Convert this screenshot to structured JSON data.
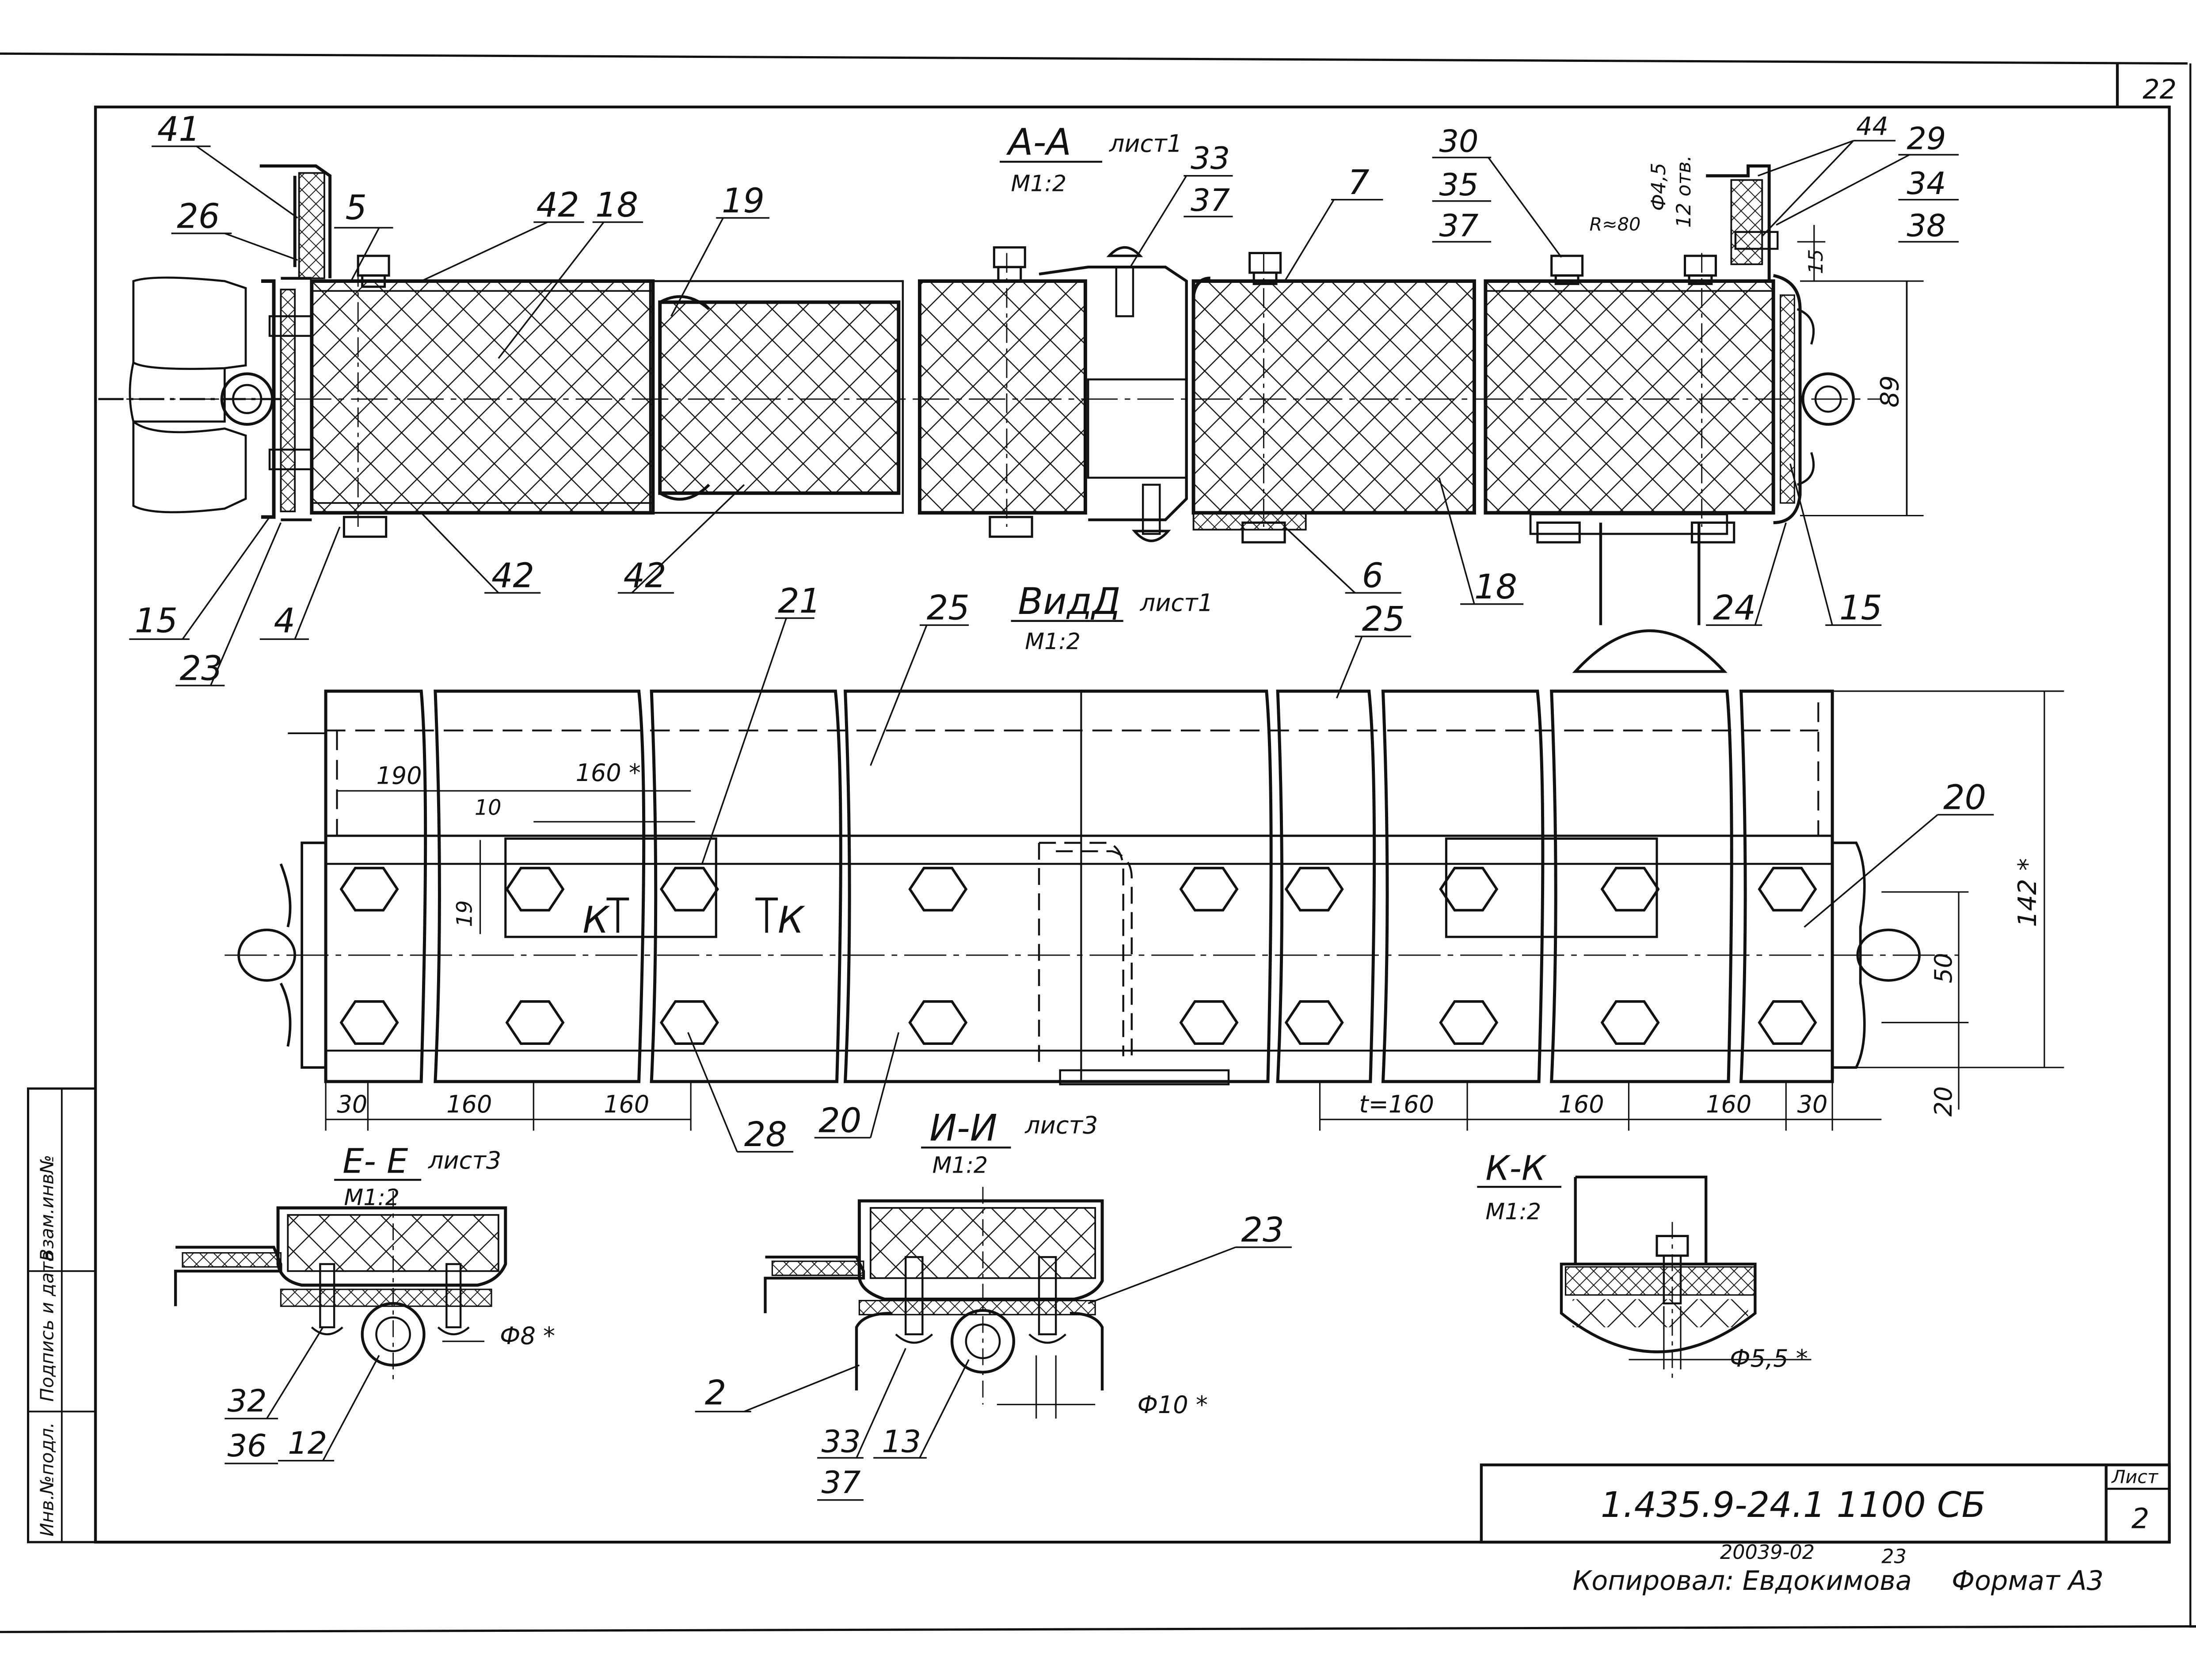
{
  "sheet_top_number": "22",
  "sections": {
    "aa": {
      "title": "A-A",
      "sheet": "лист1",
      "scale": "М1:2"
    },
    "vid_d": {
      "title": "ВидД",
      "sheet": "лист1",
      "scale": "М1:2"
    },
    "ee": {
      "title": "Е- Е",
      "sheet": "лист3",
      "scale": "М1:2"
    },
    "ii": {
      "title": "И-И",
      "sheet": "лист3",
      "scale": "М1:2"
    },
    "kk": {
      "title": "К-К",
      "scale": "М1:2"
    }
  },
  "leaders_aa": {
    "p41": "41",
    "p26": "26",
    "p5": "5",
    "p42a": "42",
    "p18a": "18",
    "p19": "19",
    "p33": "33",
    "p37": "37",
    "p7": "7",
    "p30": "30",
    "p35": "35",
    "p37b": "37",
    "p44": "44",
    "p29": "29",
    "p34": "34",
    "p38": "38",
    "p15a": "15",
    "p23": "23",
    "p4": "4",
    "p42b": "42",
    "p42c": "42",
    "p6": "6",
    "p18b": "18",
    "p24": "24",
    "p15b": "15"
  },
  "aa_dims": {
    "d45": "Ф4,5",
    "holes": "12 отв.",
    "r": "R≈80",
    "h89": "89",
    "h15": "15"
  },
  "leaders_vid": {
    "p21": "21",
    "p25a": "25",
    "p25b": "25",
    "p20a": "20",
    "p20b": "20",
    "p28": "28"
  },
  "vid_dims": {
    "d190": "190",
    "d160s": "160 *",
    "d10": "10",
    "d19": "19",
    "k1": "К",
    "k2": "К",
    "b30": "30",
    "b160a": "160",
    "b160b": "160",
    "t160": "t=160",
    "b160c": "160",
    "b160d": "160",
    "b30b": "30",
    "h142": "142 *",
    "h50": "50",
    "h20": "20"
  },
  "ee_parts": {
    "p32": "32",
    "p36": "36",
    "p12": "12",
    "d8": "Ф8 *"
  },
  "ii_parts": {
    "p2": "2",
    "p33": "33",
    "p37": "37",
    "p13": "13",
    "p23": "23",
    "d10": "Ф10 *"
  },
  "kk_parts": {
    "d55": "Ф5,5 *"
  },
  "stamp": {
    "designation": "1.435.9-24.1  1100 СБ",
    "sheet_label": "Лист",
    "sheet_no": "2",
    "archive": "20039-02",
    "archive_page": "23",
    "copied": "Копировал: Евдокимова",
    "format": "Формат А3"
  },
  "side_labels": {
    "vzam": "Взам.инв№",
    "podpis": "Подпись и дата",
    "inv": "Инв.№подл."
  }
}
